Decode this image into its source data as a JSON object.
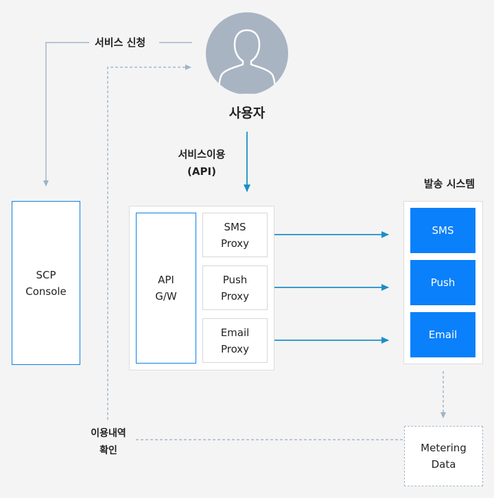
{
  "user": {
    "label": "사용자",
    "icon": "user-silhouette-icon"
  },
  "service_request_label": "서비스 신청",
  "api_usage_label": [
    "서비스이용",
    "(API)"
  ],
  "send_system": {
    "title": "발송 시스템",
    "channels": [
      "SMS",
      "Push",
      "Email"
    ]
  },
  "console": [
    "SCP",
    "Console"
  ],
  "gateway": {
    "label": [
      "API",
      "G/W"
    ],
    "proxies": [
      [
        "SMS",
        "Proxy"
      ],
      [
        "Push",
        "Proxy"
      ],
      [
        "Email",
        "Proxy"
      ]
    ]
  },
  "metering": [
    "Metering",
    "Data"
  ],
  "usage_check_label": [
    "이용내역",
    "확인"
  ],
  "colors": {
    "background": "#f4f4f4",
    "accent_blue": "#0a80fa",
    "arrow_blue": "#1a8fc8",
    "connector_gray": "#a3b7c9",
    "avatar": "#a9b4c2"
  }
}
